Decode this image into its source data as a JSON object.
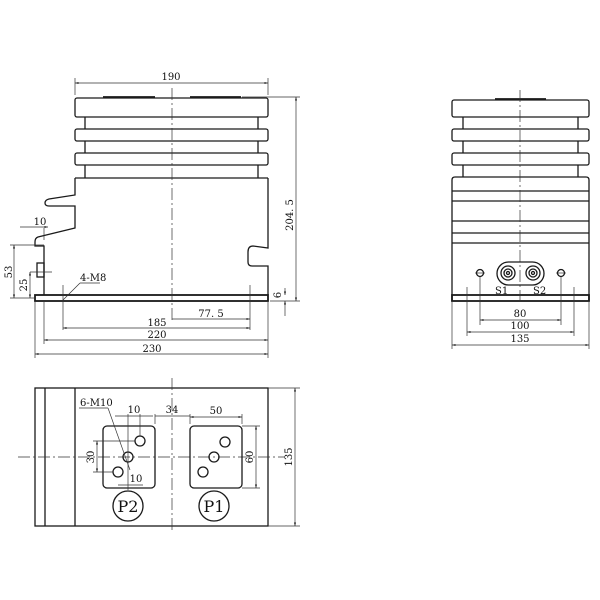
{
  "drawing": {
    "front_view": {
      "dims": {
        "width_top": "190",
        "height_total": "204. 5",
        "left_tab": "10",
        "side_53": "53",
        "side_25": "25",
        "bolt_label": "4-M8",
        "base_thickness": "6",
        "half_spacing": "77. 5",
        "bolt_spacing": "185",
        "base_inner": "220",
        "base_overall": "230"
      }
    },
    "side_view": {
      "terminals": [
        "S1",
        "S2"
      ],
      "dims": {
        "hole_spacing": "80",
        "mid_width": "100",
        "overall_width": "135"
      }
    },
    "bottom_view": {
      "labels": [
        "P2",
        "P1"
      ],
      "dims": {
        "thread_label": "6-M10",
        "p2_offset_x": "10",
        "gap_34": "34",
        "p1_width": "50",
        "p2_height": "30",
        "p2_offset_y": "10",
        "p1_height": "60",
        "overall_depth": "135"
      }
    }
  }
}
